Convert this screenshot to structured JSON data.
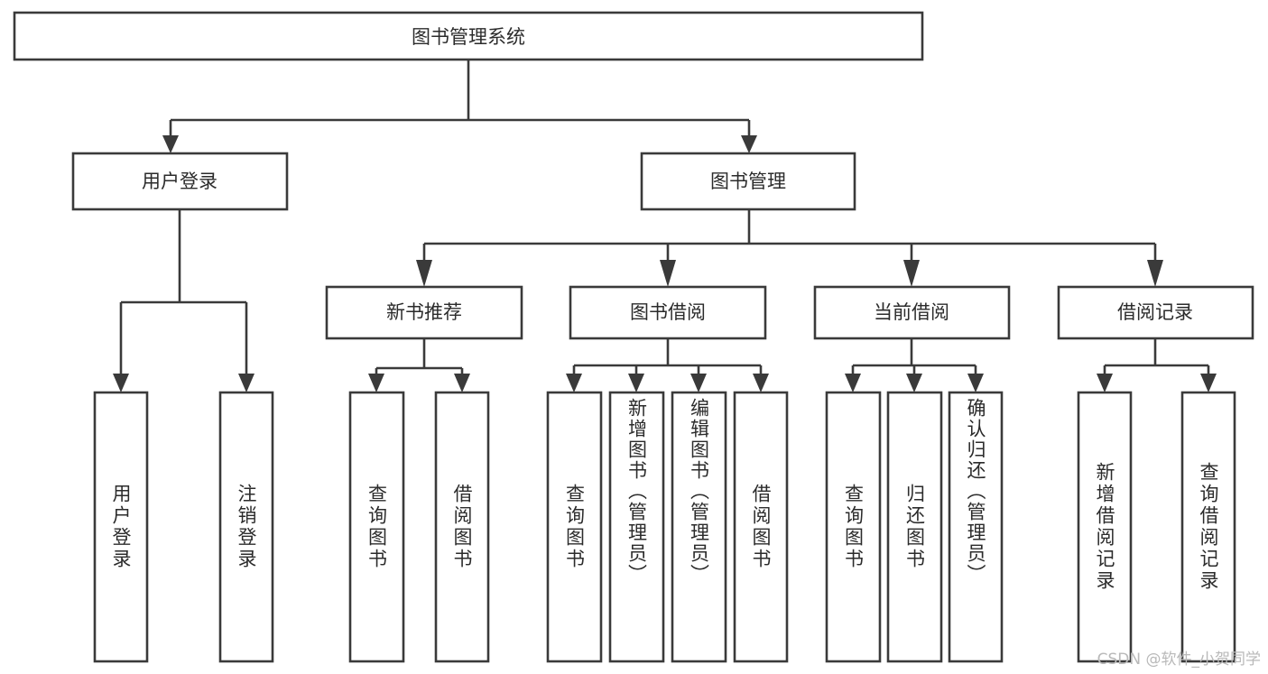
{
  "diagram": {
    "title": "图书管理系统",
    "type": "tree-hierarchy-chart",
    "root": {
      "label": "图书管理系统"
    },
    "level2": [
      {
        "label": "用户登录"
      },
      {
        "label": "图书管理"
      }
    ],
    "level3": [
      {
        "label": "新书推荐"
      },
      {
        "label": "图书借阅"
      },
      {
        "label": "当前借阅"
      },
      {
        "label": "借阅记录"
      }
    ],
    "leaves": {
      "user_login": [
        {
          "label": "用户登录"
        },
        {
          "label": "注销登录"
        }
      ],
      "new_book_recommend": [
        {
          "label": "查询图书"
        },
        {
          "label": "借阅图书"
        }
      ],
      "book_borrow": [
        {
          "label": "查询图书"
        },
        {
          "label": "新增图书（管理员）"
        },
        {
          "label": "编辑图书（管理员）"
        },
        {
          "label": "借阅图书"
        }
      ],
      "current_borrow": [
        {
          "label": "查询图书"
        },
        {
          "label": "归还图书"
        },
        {
          "label": "确认归还（管理员）"
        }
      ],
      "borrow_record": [
        {
          "label": "新增借阅记录"
        },
        {
          "label": "查询借阅记录"
        }
      ]
    }
  },
  "watermark": {
    "text": "CSDN @软件_小贺同学"
  },
  "colors": {
    "stroke": "#3a3a3a",
    "box_fill": "#ffffff",
    "text": "#2b2b2b",
    "watermark": "#b9b9b9",
    "background": "#ffffff"
  }
}
